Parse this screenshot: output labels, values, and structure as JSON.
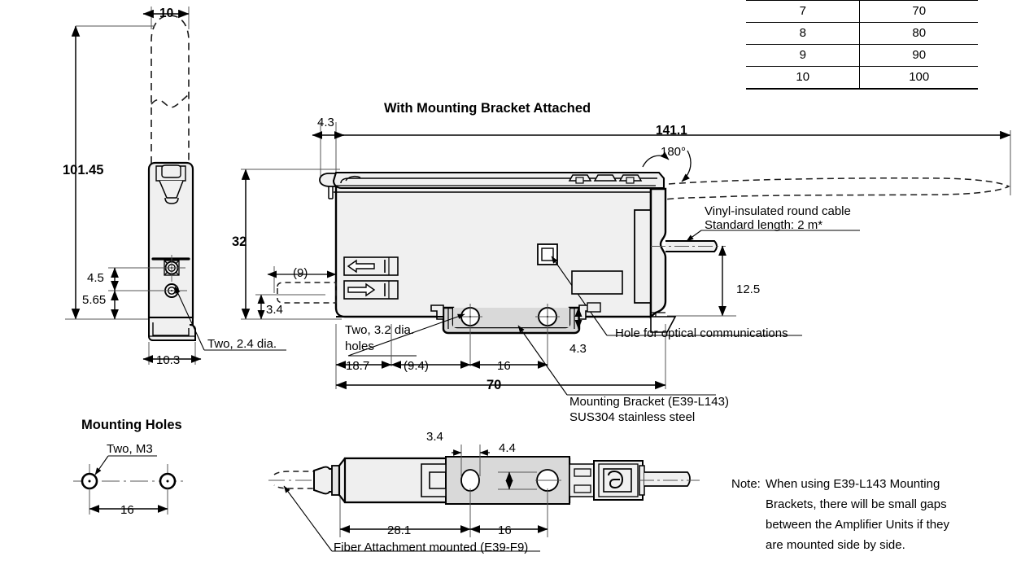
{
  "document": {
    "type": "technical-dimension-drawing",
    "product": "Fiber Amplifier Unit with Mounting Bracket"
  },
  "table": {
    "rows": [
      {
        "col1": "7",
        "col2": "70"
      },
      {
        "col1": "8",
        "col2": "80"
      },
      {
        "col1": "9",
        "col2": "90"
      },
      {
        "col1": "10",
        "col2": "100"
      }
    ]
  },
  "headings": {
    "main_view": "With Mounting Bracket Attached",
    "mounting_holes": "Mounting Holes"
  },
  "front_view": {
    "width_dim": "10",
    "height_dim": "101.45",
    "hole_upper_dim": "4.5",
    "hole_lower_dim": "5.65",
    "base_width_dim": "10.3",
    "holes_callout": "Two, 2.4 dia."
  },
  "side_view": {
    "front_offset_dim": "4.3",
    "total_length_dim": "141.1",
    "cover_angle": "180°",
    "height_dim": "32",
    "foot_depth_dim": "(9)",
    "foot_height_dim": "3.4",
    "bracket_step_dim": "4.3",
    "base_left_dim": "18.7",
    "base_mid_dim": "(9.4)",
    "base_hole_pitch_dim": "16",
    "base_total_dim": "70",
    "cable_height_dim": "12.5",
    "bracket_holes_callout_line1": "Two, 3.2 dia.",
    "bracket_holes_callout_line2": "holes",
    "cable_callout_line1": "Vinyl-insulated round cable",
    "cable_callout_line2": "Standard length: 2 m*",
    "optical_callout": "Hole for optical communications",
    "bracket_callout_line1": "Mounting Bracket (E39-L143)",
    "bracket_callout_line2": "SUS304 stainless steel"
  },
  "mounting_holes_view": {
    "callout": "Two, M3",
    "pitch_dim": "16"
  },
  "top_view": {
    "hole_offset_dim": "3.4",
    "hole_width_dim": "4.4",
    "length_dim": "28.1",
    "pitch_dim": "16",
    "fiber_callout": "Fiber Attachment mounted (E39-F9)"
  },
  "note": {
    "label": "Note:",
    "line1": "When using E39-L143 Mounting",
    "line2": "Brackets, there will be small gaps",
    "line3": "between the Amplifier Units if they",
    "line4": "are mounted side by side."
  },
  "colors": {
    "line": "#000000",
    "body_fill": "#f0f0f0",
    "bracket_fill": "#d9d9d9",
    "thin_line": "#555555"
  }
}
